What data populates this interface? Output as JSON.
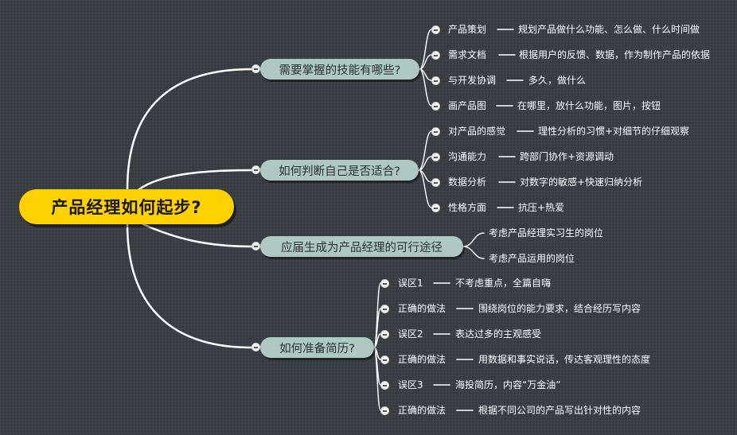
{
  "root": {
    "title": "产品经理如何起步?"
  },
  "branches": [
    {
      "label": "需要掌握的技能有哪些?",
      "items": [
        {
          "label": "产品策划",
          "detail": "规划产品做什么功能、怎么做、什么时间做"
        },
        {
          "label": "需求文档",
          "detail": "根据用户的反馈、数据，作为制作产品的依据"
        },
        {
          "label": "与开发协调",
          "detail": "多久，做什么"
        },
        {
          "label": "画产品图",
          "detail": "在哪里，放什么功能，图片，按钮"
        }
      ]
    },
    {
      "label": "如何判断自己是否适合?",
      "items": [
        {
          "label": "对产品的感觉",
          "detail": "理性分析的习惯+对细节的仔细观察"
        },
        {
          "label": "沟通能力",
          "detail": "跨部门协作+资源调动"
        },
        {
          "label": "数据分析",
          "detail": "对数字的敏感+快速归纳分析"
        },
        {
          "label": "性格方面",
          "detail": "抗压+热爱"
        }
      ]
    },
    {
      "label": "应届生成为产品经理的可行途径",
      "items": [
        {
          "label": "考虑产品经理实习生的岗位"
        },
        {
          "label": "考虑产品运用的岗位"
        }
      ]
    },
    {
      "label": "如何准备简历?",
      "items": [
        {
          "label": "误区1",
          "detail": "不考虑重点，全篇自嗨"
        },
        {
          "label": "正确的做法",
          "detail": "围绕岗位的能力要求，结合经历写内容"
        },
        {
          "label": "误区2",
          "detail": "表达过多的主观感受"
        },
        {
          "label": "正确的做法",
          "detail": "用数据和事实说话，传达客观理性的态度"
        },
        {
          "label": "误区3",
          "detail": "海投简历，内容“万金油”"
        },
        {
          "label": "正确的做法",
          "detail": "根据不同公司的产品写出针对性的内容"
        }
      ]
    }
  ],
  "colors": {
    "background": "#363b40",
    "root": "#ffd100",
    "branch": "#aec8c2",
    "line": "#ffffff"
  }
}
